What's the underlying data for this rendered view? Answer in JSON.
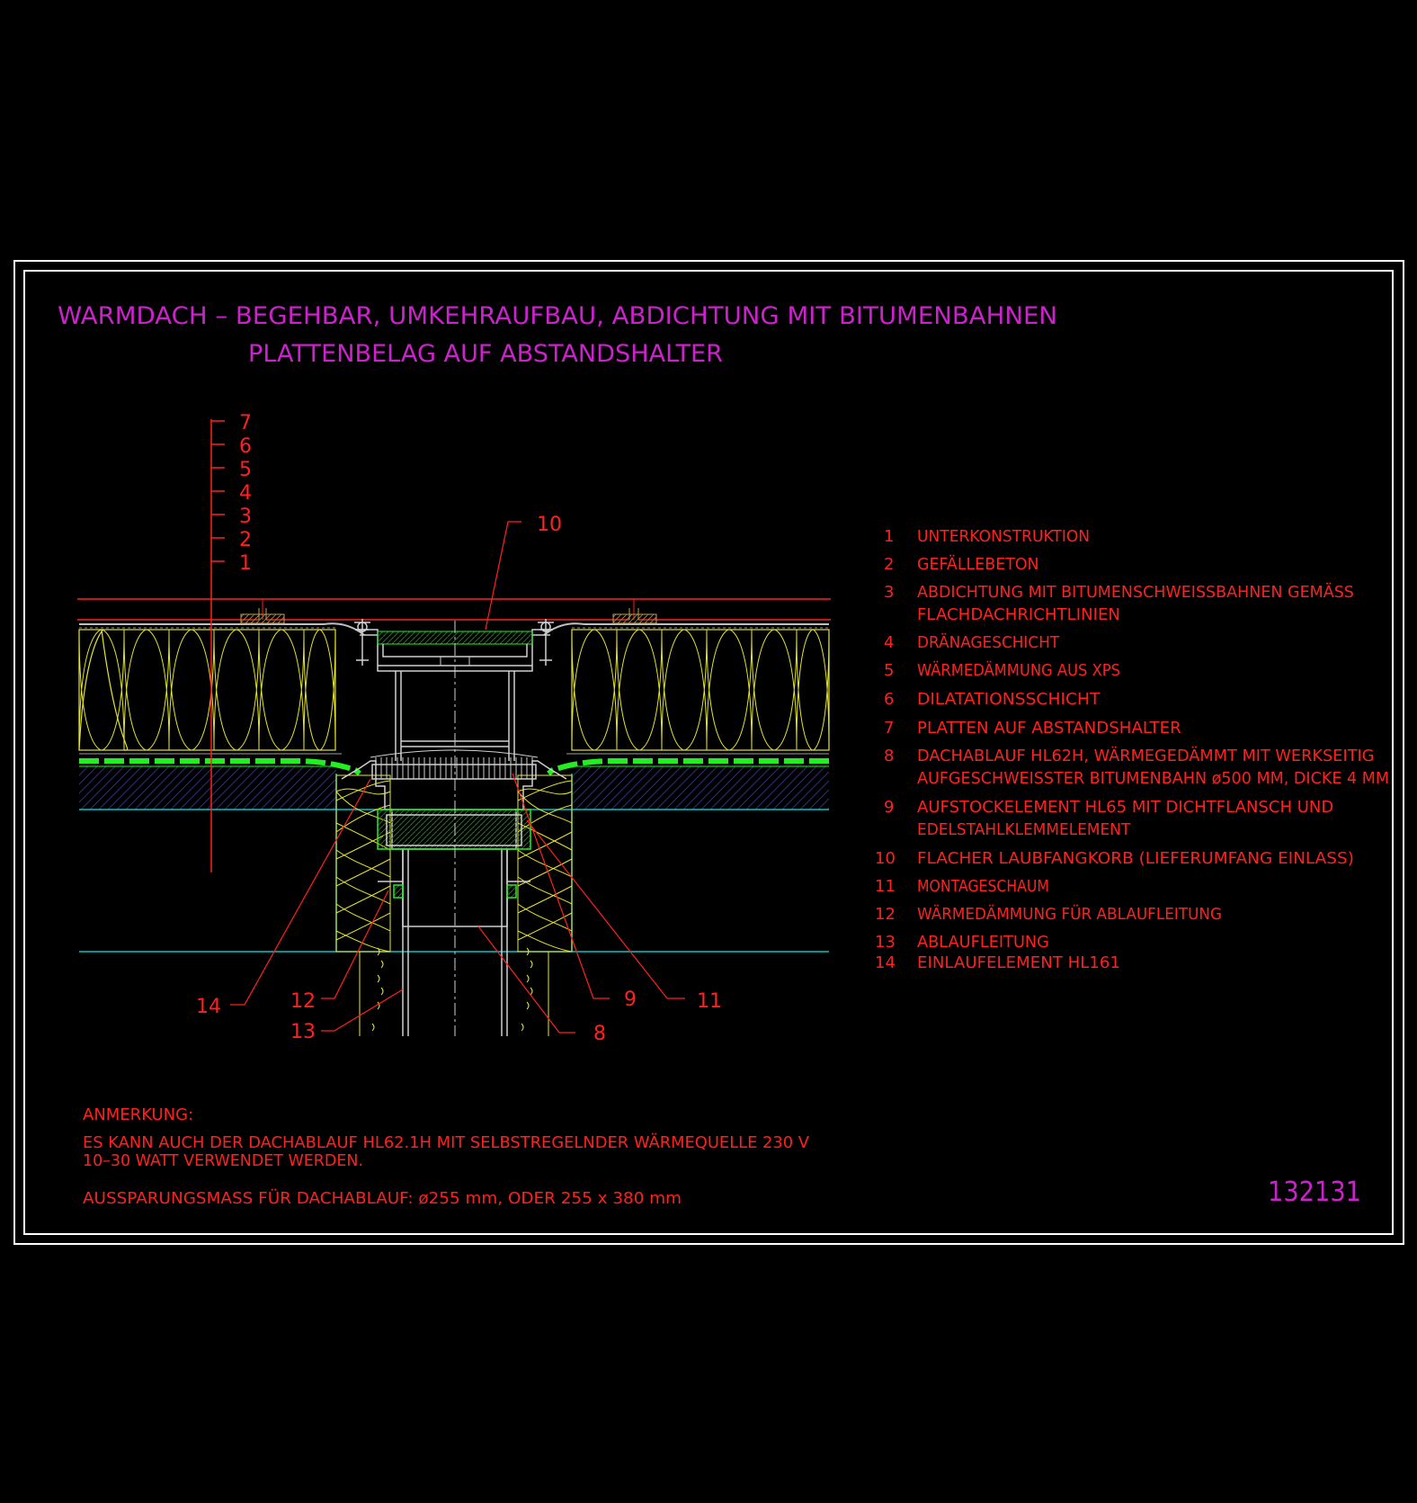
{
  "title": {
    "line1": "WARMDACH – BEGEHBAR, UMKEHRAUFBAU, ABDICHTUNG MIT BITUMENBAHNEN",
    "line2": "PLATTENBELAG AUF ABSTANDSHALTER"
  },
  "layer_scale": [
    "7",
    "6",
    "5",
    "4",
    "3",
    "2",
    "1"
  ],
  "callouts": {
    "c8": "8",
    "c9": "9",
    "c10": "10",
    "c11": "11",
    "c12": "12",
    "c13": "13",
    "c14": "14"
  },
  "legend": [
    {
      "num": "1",
      "lines": [
        "UNTERKONSTRUKTION"
      ]
    },
    {
      "num": "2",
      "lines": [
        "GEFÄLLEBETON"
      ]
    },
    {
      "num": "3",
      "lines": [
        "ABDICHTUNG MIT BITUMENSCHWEISSBAHNEN GEMÄSS",
        "FLACHDACHRICHTLINIEN"
      ]
    },
    {
      "num": "4",
      "lines": [
        "DRÄNAGESCHICHT"
      ]
    },
    {
      "num": "5",
      "lines": [
        "WÄRMEDÄMMUNG AUS XPS"
      ]
    },
    {
      "num": "6",
      "lines": [
        "DILATATIONSSCHICHT"
      ]
    },
    {
      "num": "7",
      "lines": [
        "PLATTEN AUF ABSTANDSHALTER"
      ]
    },
    {
      "num": "8",
      "lines": [
        "DACHABLAUF HL62H, WÄRMEGEDÄMMT MIT WERKSEITIG",
        "AUFGESCHWEISSTER BITUMENBAHN ø500 MM, DICKE 4 MM"
      ]
    },
    {
      "num": "9",
      "lines": [
        "AUFSTOCKELEMENT HL65 MIT DICHTFLANSCH UND",
        "EDELSTAHLKLEMMELEMENT"
      ]
    },
    {
      "num": "10",
      "lines": [
        "FLACHER LAUBFANGKORB (LIEFERUMFANG EINLASS)"
      ]
    },
    {
      "num": "11",
      "lines": [
        "MONTAGESCHAUM"
      ]
    },
    {
      "num": "12",
      "lines": [
        "WÄRMEDÄMMUNG FÜR ABLAUFLEITUNG"
      ]
    },
    {
      "num": "13",
      "lines": [
        "ABLAUFLEITUNG"
      ]
    },
    {
      "num": "14",
      "lines": [
        "EINLAUFELEMENT HL161"
      ]
    }
  ],
  "notes": {
    "heading": "ANMERKUNG:",
    "line1": "ES KANN AUCH DER DACHABLAUF HL62.1H MIT SELBSTREGELNDER WÄRMEQUELLE 230 V",
    "line2": "10–30 WATT VERWENDET WERDEN.",
    "line3": "AUSSPARUNGSMASS FÜR DACHABLAUF: ø255 mm, ODER 255 x 380 mm"
  },
  "drawing_number": "132131",
  "colors": {
    "background": "#000000",
    "frame": "#ffffff",
    "title": "#cc22cc",
    "text": "#ff2020",
    "insulation": "#e6e62e",
    "drainage": "#22ee22",
    "concrete_hatch": "#2a2a9a",
    "level_line": "#00c8c8",
    "drain_body": "#d0d0d0",
    "spacer": "#c8a050"
  }
}
